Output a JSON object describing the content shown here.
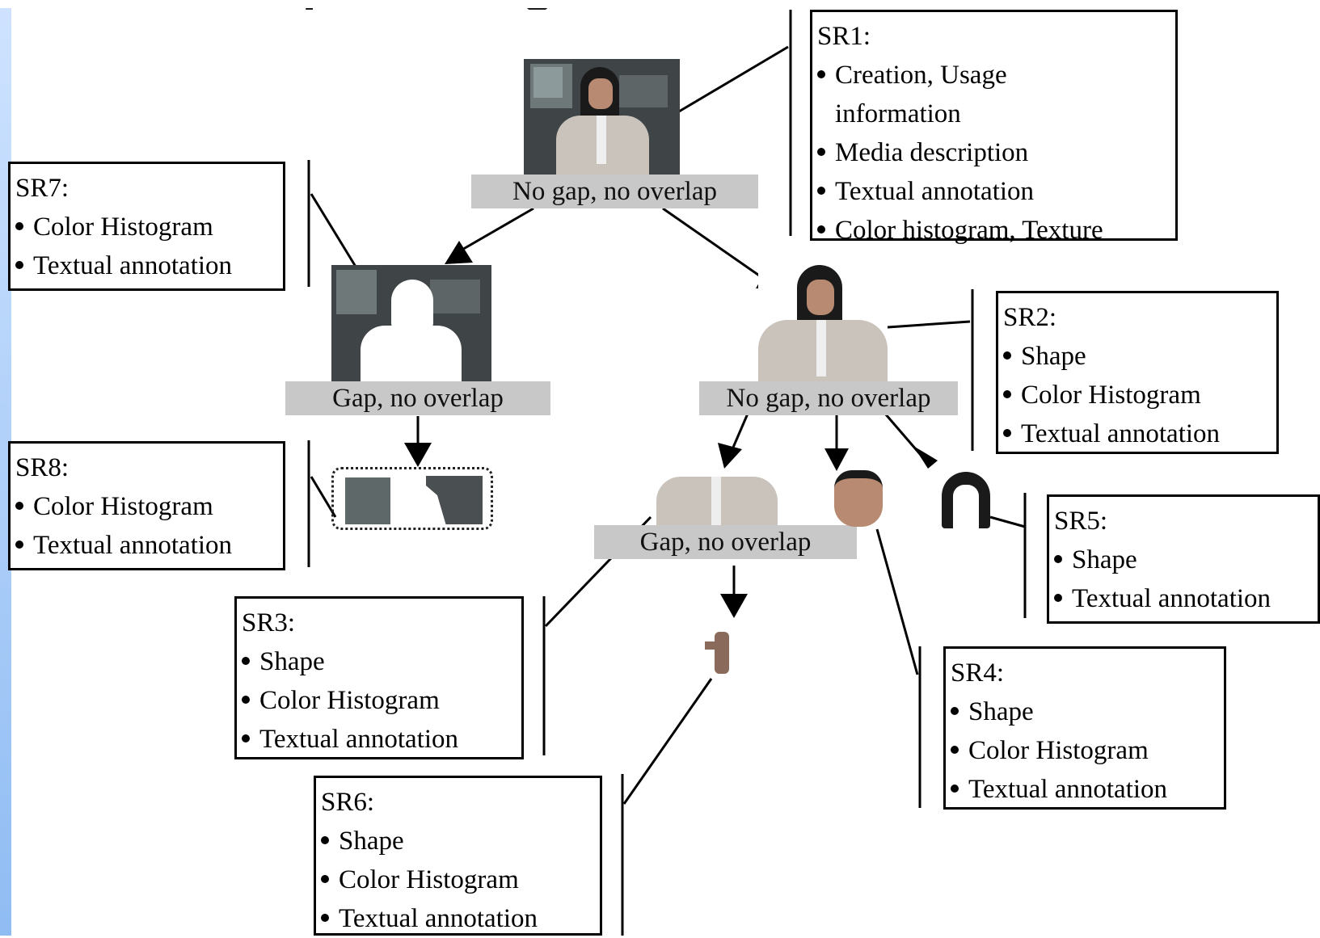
{
  "title": "Spatial Segment Decomposition",
  "labels": {
    "root": "No gap, no overlap",
    "background": "Gap, no overlap",
    "person": "No gap, no overlap",
    "body": "Gap, no overlap"
  },
  "boxes": {
    "sr1": {
      "title": "SR1:",
      "items": [
        "Creation, Usage",
        "information",
        "Media description",
        "Textual annotation",
        "Color histogram, Texture"
      ]
    },
    "sr2": {
      "title": "SR2:",
      "items": [
        "Shape",
        "Color Histogram",
        "Textual annotation"
      ]
    },
    "sr3": {
      "title": "SR3:",
      "items": [
        "Shape",
        "Color Histogram",
        "Textual annotation"
      ]
    },
    "sr4": {
      "title": "SR4:",
      "items": [
        "Shape",
        "Color Histogram",
        "Textual annotation"
      ]
    },
    "sr5": {
      "title": "SR5:",
      "items": [
        "Shape",
        "Textual annotation"
      ]
    },
    "sr6": {
      "title": "SR6:",
      "items": [
        "Shape",
        "Color Histogram",
        "Textual annotation"
      ]
    },
    "sr7": {
      "title": "SR7:",
      "items": [
        "Color Histogram",
        "Textual annotation"
      ]
    },
    "sr8": {
      "title": "SR8:",
      "items": [
        "Color Histogram",
        "Textual annotation"
      ]
    }
  },
  "colors": {
    "label_bg": "#c8c8c8",
    "strip_top": "#cfe3ff",
    "strip_bottom": "#8fbcf3",
    "studio_dark": "#4a4a4a",
    "jacket": "#c9c3bb",
    "skin": "#b88a72",
    "hair": "#1a1a1a"
  }
}
